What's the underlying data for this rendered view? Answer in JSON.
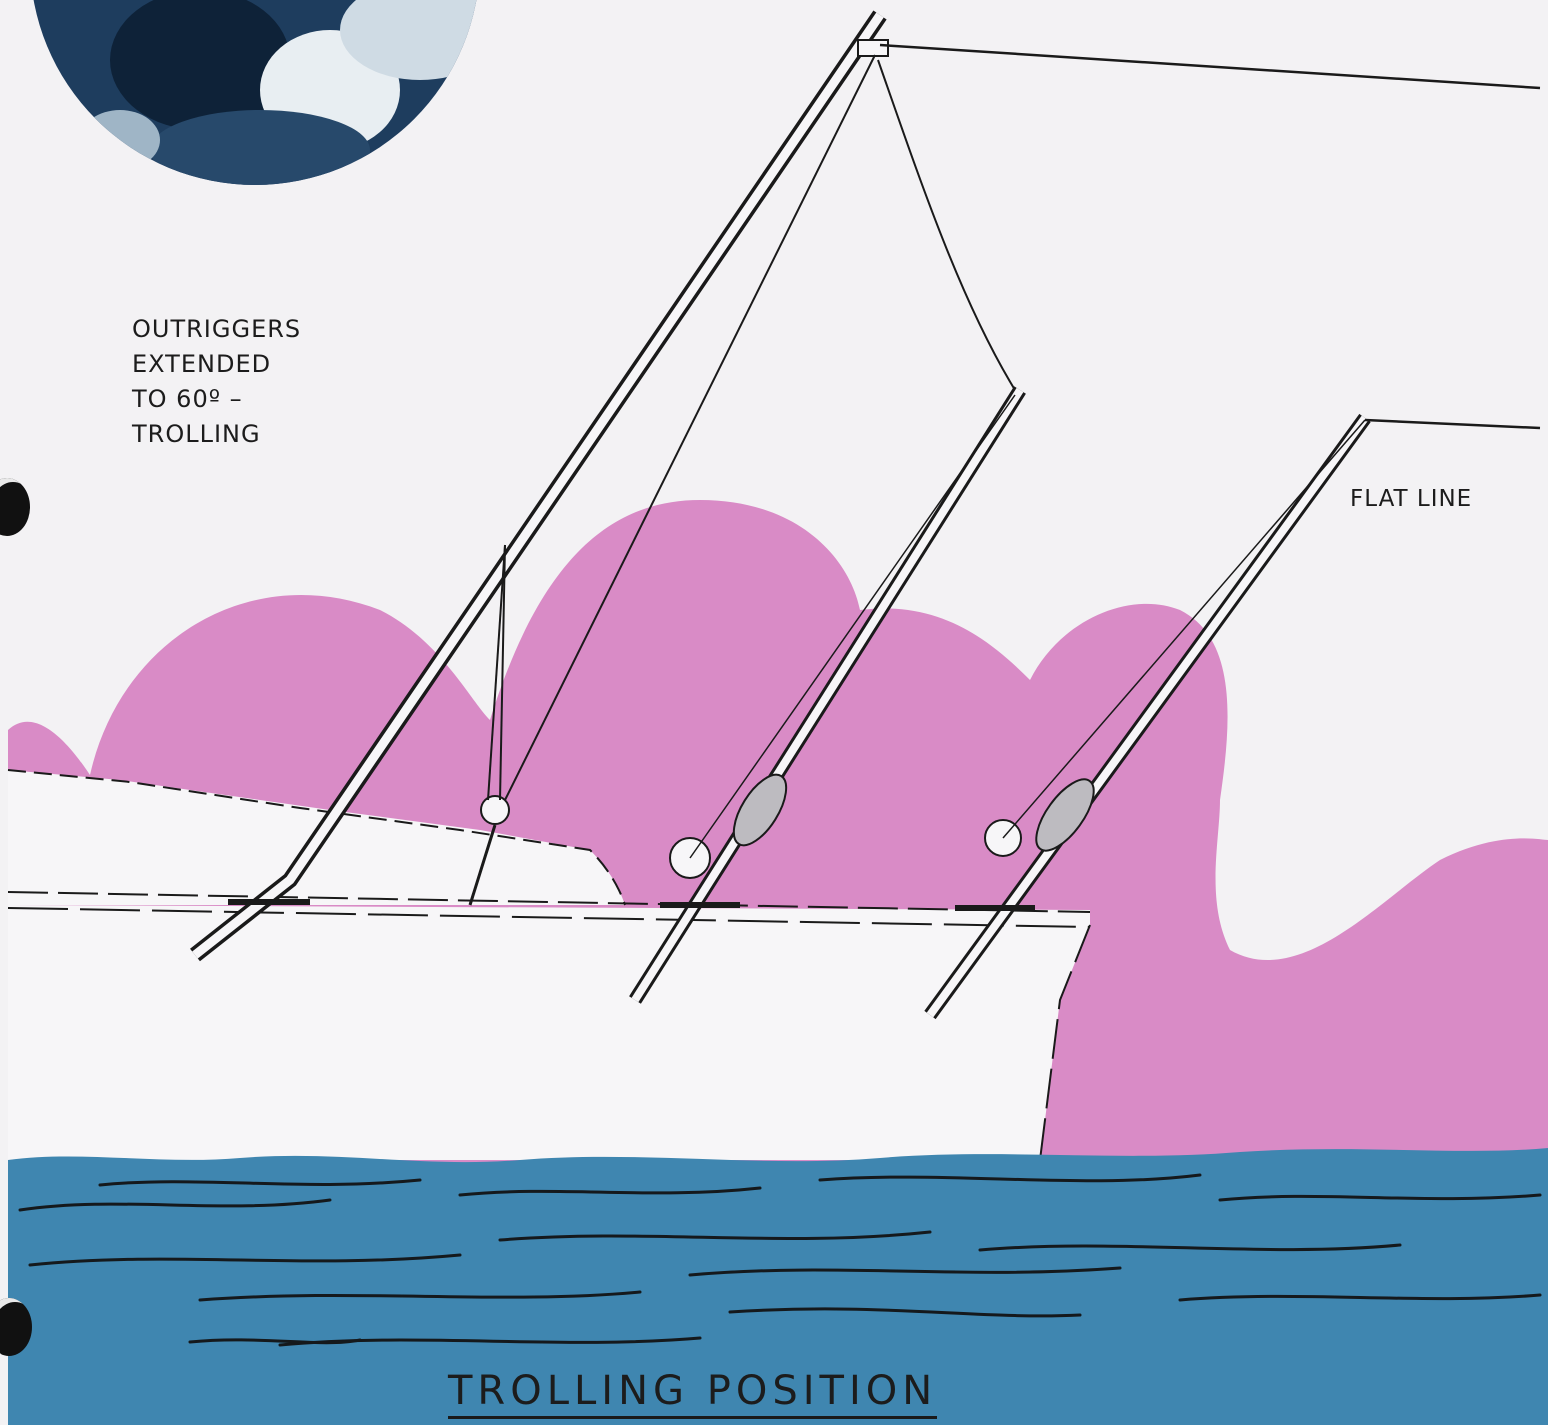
{
  "labels": {
    "outrigger_note": [
      "OUTRIGGERS",
      "EXTENDED",
      "TO 60º –",
      "TROLLING"
    ],
    "flat_line": "FLAT LINE",
    "title": "TROLLING POSITION"
  },
  "colors": {
    "paper": "#f3f2f4",
    "waves_pink": "#d98bc6",
    "sea_blue": "#3f86b0",
    "ink": "#1a1a1a",
    "hull": "#f7f6f8"
  }
}
